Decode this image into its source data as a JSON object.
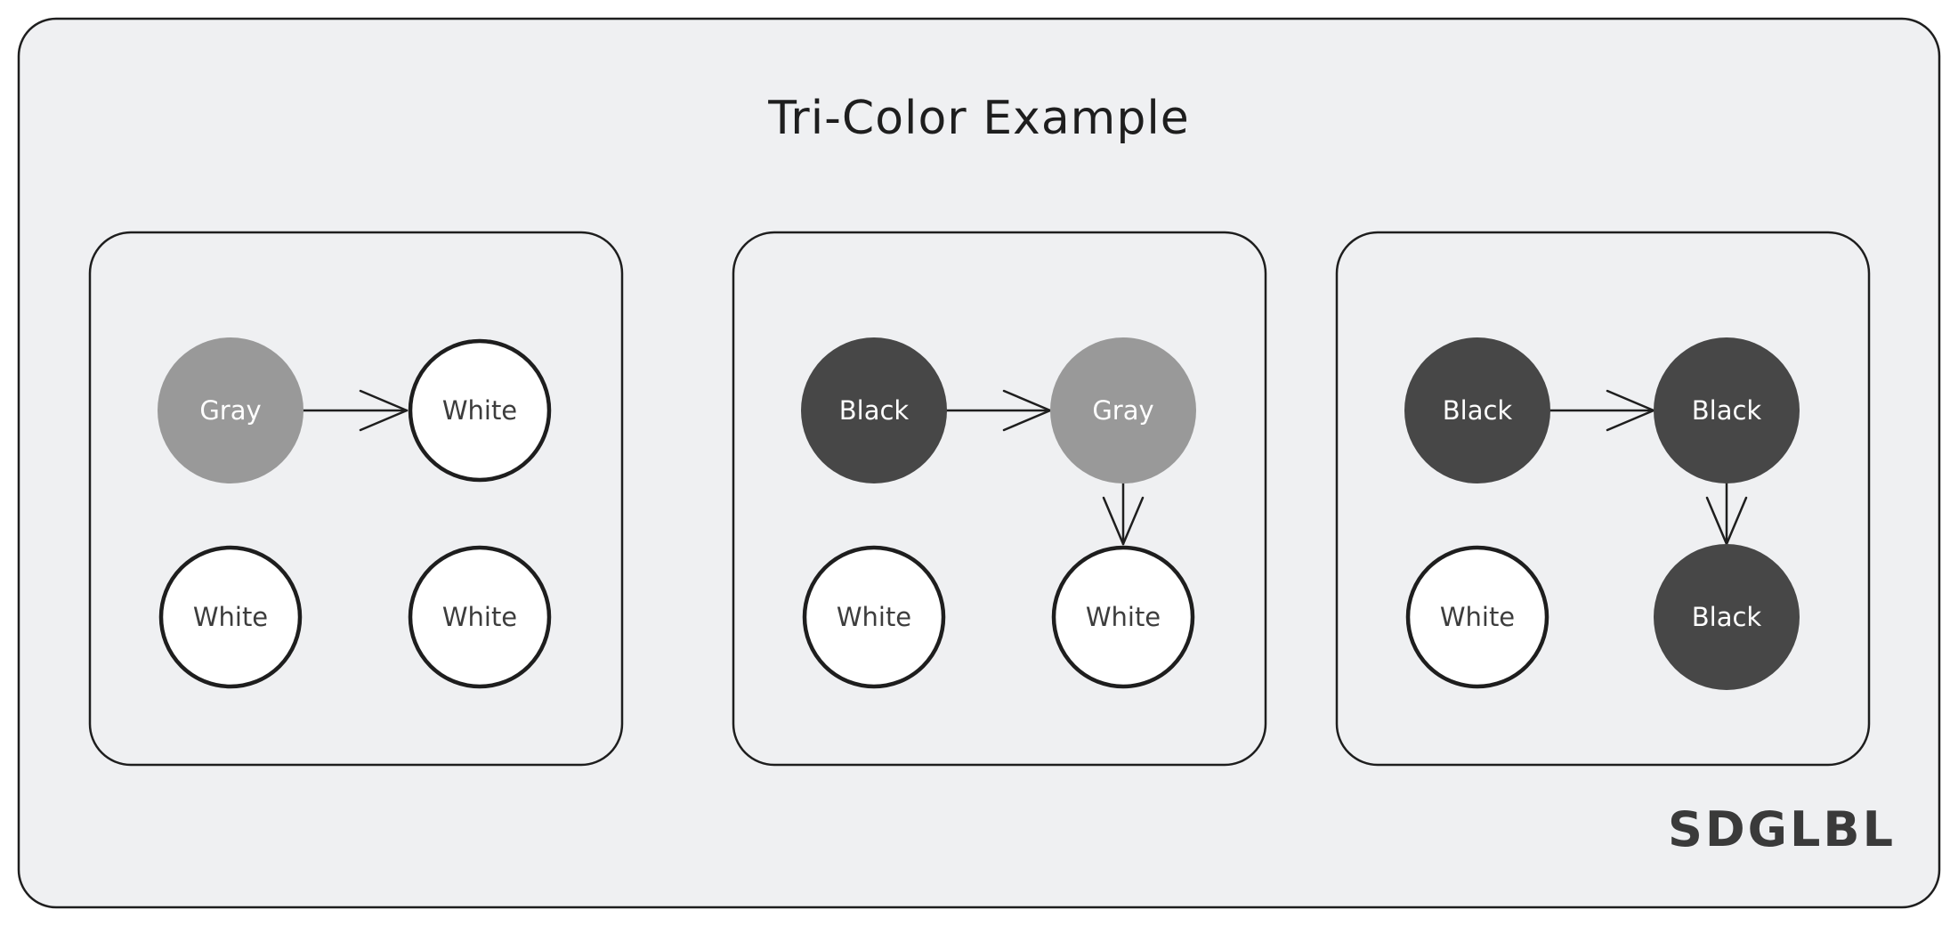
{
  "diagram": {
    "title": "Tri-Color Example",
    "signature": "SDGLBL",
    "colors": {
      "outer_background": "#eff0f2",
      "outline": "#1e1e1e",
      "white_node": "#ffffff",
      "gray_node": "#999999",
      "black_node": "#474747",
      "dark_text": "#3d3d3d",
      "light_text": "#ffffff"
    },
    "panels": [
      {
        "nodes": [
          {
            "label": "Gray",
            "color": "gray"
          },
          {
            "label": "White",
            "color": "white"
          },
          {
            "label": "White",
            "color": "white"
          },
          {
            "label": "White",
            "color": "white"
          }
        ],
        "edges": [
          {
            "from": 0,
            "to": 1
          }
        ]
      },
      {
        "nodes": [
          {
            "label": "Black",
            "color": "black"
          },
          {
            "label": "Gray",
            "color": "gray"
          },
          {
            "label": "White",
            "color": "white"
          },
          {
            "label": "White",
            "color": "white"
          }
        ],
        "edges": [
          {
            "from": 0,
            "to": 1
          },
          {
            "from": 1,
            "to": 3
          }
        ]
      },
      {
        "nodes": [
          {
            "label": "Black",
            "color": "black"
          },
          {
            "label": "Black",
            "color": "black"
          },
          {
            "label": "White",
            "color": "white"
          },
          {
            "label": "Black",
            "color": "black"
          }
        ],
        "edges": [
          {
            "from": 0,
            "to": 1
          },
          {
            "from": 1,
            "to": 3
          }
        ]
      }
    ]
  }
}
